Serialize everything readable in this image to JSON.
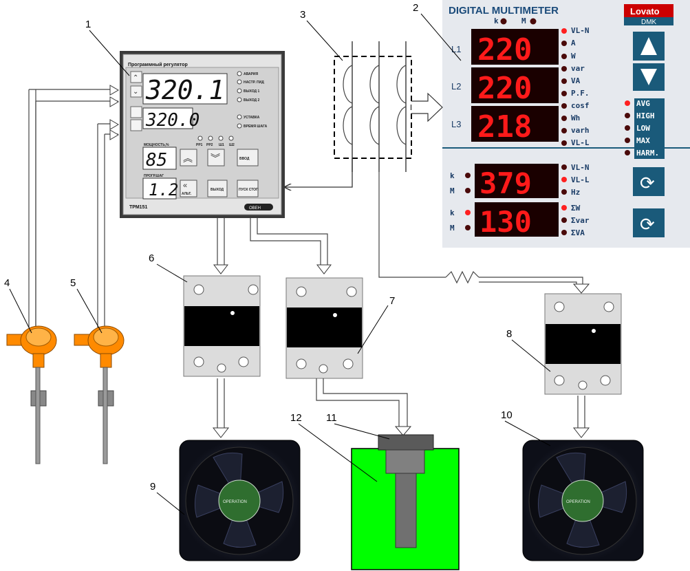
{
  "callouts": [
    "1",
    "2",
    "3",
    "4",
    "5",
    "6",
    "7",
    "8",
    "9",
    "10",
    "11",
    "12"
  ],
  "controller": {
    "title": "Программный регулятор",
    "display_main": "320.1",
    "display_set": "320.0",
    "leds": [
      "АВАРИЯ",
      "НАСТР. ПИД",
      "ВЫХОД 1",
      "ВЫХОД 2"
    ],
    "leds_lower": [
      "УСТАВКА",
      "ВРЕМЯ ШАГА"
    ],
    "channel_leds": [
      "РР1",
      "РР2",
      "Ш1",
      "Ш2"
    ],
    "power_label": "МОЩНОСТЬ,%",
    "power_value": "85",
    "step_label": "ПРОГР.ШАГ",
    "step_value": "1.2",
    "btn_enter": "ВВОД",
    "btn_exit": "ВЫХОД",
    "btn_alt": "АЛЬТ.",
    "btn_run": "ПУСК СТОП",
    "model": "ТРМ151",
    "brand": "ОВЕН"
  },
  "multimeter": {
    "title": "DIGITAL MULTIMETER",
    "brand": "Lovato",
    "model": "DMK",
    "top_leds": [
      "k",
      "M"
    ],
    "lines": [
      "L1",
      "L2",
      "L3"
    ],
    "values_top": [
      "220",
      "220",
      "218"
    ],
    "units_top": [
      "VL-N",
      "A",
      "W",
      "var",
      "VA",
      "P.F.",
      "cosf",
      "Wh",
      "varh",
      "VL-L"
    ],
    "modes": [
      "AVG",
      "HIGH",
      "LOW",
      "MAX",
      "HARM."
    ],
    "values_bottom": [
      "379",
      "130"
    ],
    "prefixes_bottom": [
      "k",
      "M",
      "k",
      "M"
    ],
    "units_bottom_1": [
      "VL-N",
      "VL-L",
      "Hz"
    ],
    "units_bottom_2": [
      "ΣW",
      "Σvar",
      "ΣVA"
    ]
  },
  "fan_label": [
    "OPERATION",
    "OPERATION"
  ],
  "colors": {
    "panel_blue": "#1a5a7a",
    "segment_red": "#ff1a1a",
    "tank_green": "#00ff00",
    "probe_orange": "#ff8a00"
  }
}
